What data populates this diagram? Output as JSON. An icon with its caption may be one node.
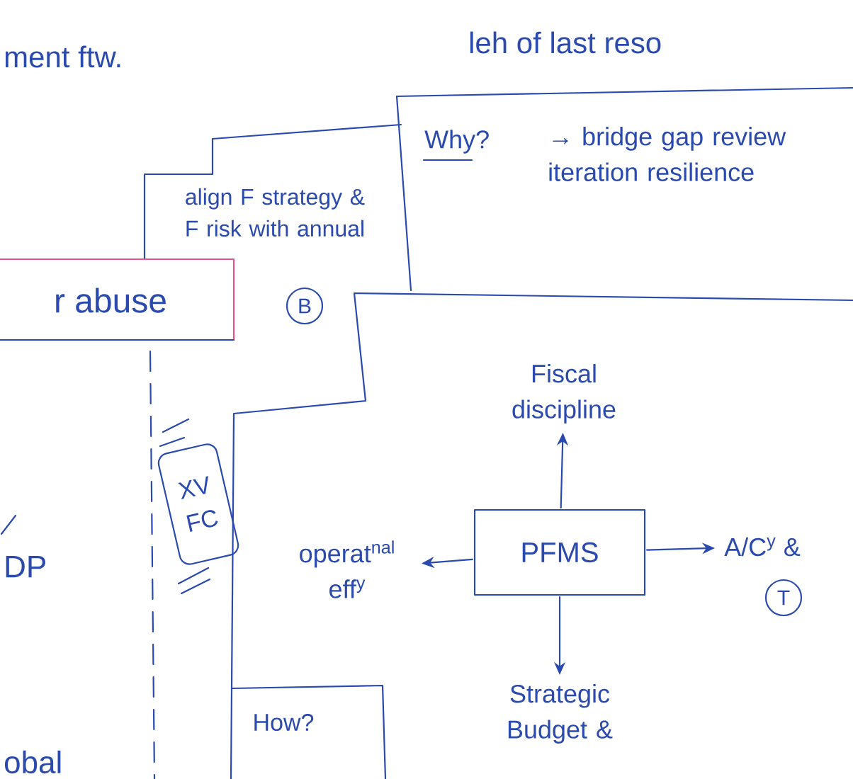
{
  "diagram": {
    "nodes": [
      {
        "text": [
          "align F strategy & F risk with annual"
        ],
        "beside": [
          "B"
        ]
      },
      {
        "text": [
          "Why?",
          "→ bridge gap review iteration resilience"
        ]
      },
      {
        "text": [
          "r abuse"
        ]
      },
      {
        "text": [
          "XV FC"
        ]
      },
      {
        "text": [],
        "shape": "box"
      },
      {
        "text": [
          "Fiscal discipline"
        ],
        "in": 4
      },
      {
        "text": [
          "operat$^{nal}$ eff$^{y}$"
        ],
        "in": 4
      },
      {
        "text": [
          "PFMS"
        ],
        "in": 4
      },
      {
        "text": [
          "A/C$^{y}$ &"
        ],
        "in": 4,
        "beside": [
          "T"
        ]
      },
      {
        "text": [
          "Strategic Budget &"
        ],
        "in": 4
      },
      {
        "text": [
          "How?"
        ],
        "in": 4
      }
    ],
    "edges": [
      {
        "from": 7,
        "to": 5,
        "arrow": "to"
      },
      {
        "from": 7,
        "to": 6,
        "arrow": "to"
      },
      {
        "from": 7,
        "to": 8,
        "arrow": "to"
      },
      {
        "from": 7,
        "to": 9,
        "arrow": "to"
      }
    ],
    "labels": [
      "ment ftw.",
      "leh of last reso",
      "DP",
      "obal"
    ]
  }
}
